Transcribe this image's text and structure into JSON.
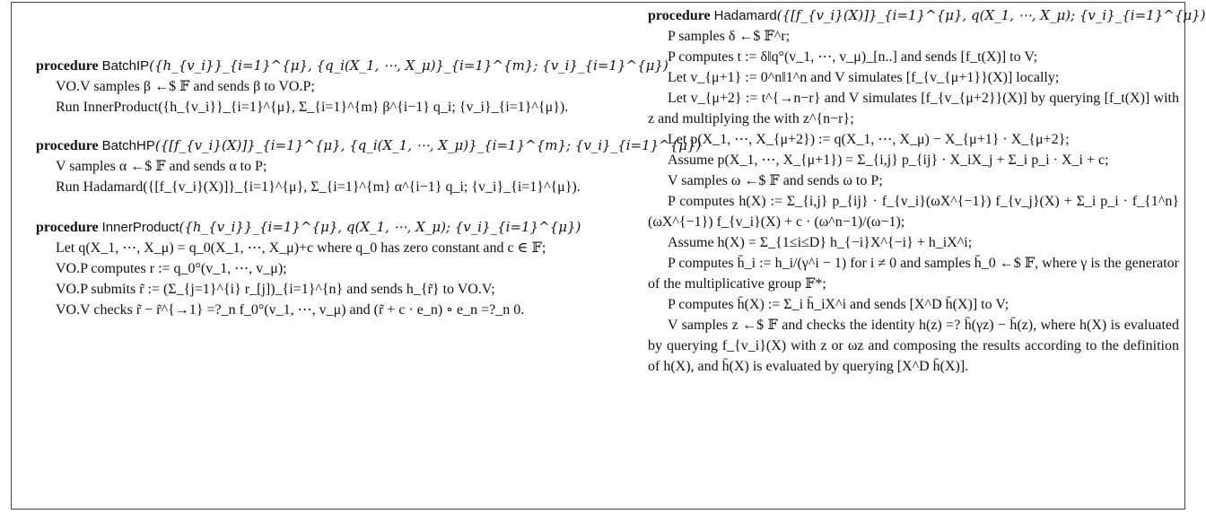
{
  "keyword": "procedure",
  "procedures": {
    "batchip": {
      "name": "BatchIP",
      "args": "({h_{v_i}}_{i=1}^{μ}, {q_i(X_1, ⋯, X_μ)}_{i=1}^{m}; {v_i}_{i=1}^{μ})",
      "lines": [
        "VO.V samples β ←$ 𝔽 and sends β to VO.P;",
        "Run InnerProduct({h_{v_i}}_{i=1}^{μ}, Σ_{i=1}^{m} β^{i−1} q_i; {v_i}_{i=1}^{μ})."
      ]
    },
    "batchhp": {
      "name": "BatchHP",
      "args": "({[f_{v_i}(X)]}_{i=1}^{μ}, {q_i(X_1, ⋯, X_μ)}_{i=1}^{m}; {v_i}_{i=1}^{μ})",
      "lines": [
        "V samples α ←$ 𝔽 and sends α to P;",
        "Run Hadamard({[f_{v_i}(X)]}_{i=1}^{μ}, Σ_{i=1}^{m} α^{i−1} q_i; {v_i}_{i=1}^{μ})."
      ]
    },
    "innerproduct": {
      "name": "InnerProduct",
      "args": "({h_{v_i}}_{i=1}^{μ}, q(X_1, ⋯, X_μ); {v_i}_{i=1}^{μ})",
      "lines": [
        "Let q(X_1, ⋯, X_μ) = q_0(X_1, ⋯, X_μ)+c where q_0 has zero constant and c ∈ 𝔽;",
        "VO.P computes r := q_0°(v_1, ⋯, v_μ);",
        "VO.P submits r̃ := (Σ_{j=1}^{i} r_[j])_{i=1}^{n} and sends h_{r̃} to VO.V;",
        "VO.V checks r̃ − r̃^{→1} =?_n f_0°(v_1, ⋯, v_μ) and (r̃ + c · e_n) ∘ e_n =?_n 0."
      ]
    },
    "hadamard": {
      "name": "Hadamard",
      "args": "({[f_{v_i}(X)]}_{i=1}^{μ}, q(X_1, ⋯, X_μ); {v_i}_{i=1}^{μ})",
      "lines": [
        "P samples δ ←$ 𝔽^r;",
        "P computes t := δ‖q°(v_1, ⋯, v_μ)_[n..] and sends [f_t(X)] to V;",
        "Let v_{μ+1} := 0^n‖1^n and V simulates [f_{v_{μ+1}}(X)] locally;",
        "Let v_{μ+2} := t^{→n−r} and V simulates [f_{v_{μ+2}}(X)] by querying [f_t(X)] with z and multiplying the with z^{n−r};",
        "Let p(X_1, ⋯, X_{μ+2}) := q(X_1, ⋯, X_μ) − X_{μ+1} · X_{μ+2};",
        "Assume p(X_1, ⋯, X_{μ+1}) = Σ_{i,j} p_{ij} · X_iX_j + Σ_i p_i · X_i + c;",
        "V samples ω ←$ 𝔽 and sends ω to P;",
        "P computes h(X) := Σ_{i,j} p_{ij} · f_{v_i}(ωX^{−1}) f_{v_j}(X) + Σ_i p_i · f_{1^n}(ωX^{−1}) f_{v_i}(X) + c · (ω^n−1)/(ω−1);",
        "Assume h(X) = Σ_{1≤i≤D} h_{−i}X^{−i} + h_iX^i;",
        "P computes h̄_i := h_i/(γ^i − 1) for i ≠ 0 and samples h̄_0 ←$ 𝔽, where γ is the generator of the multiplicative group 𝔽*;",
        "P computes h̄(X) := Σ_i h̄_iX^i and sends [X^D h̄(X)] to V;",
        "V samples z ←$ 𝔽 and checks the identity h(z) =? h̄(γz) − h̄(z), where h(X) is evaluated by querying f_{v_i}(X) with z or ωz and composing the results according to the definition of h(X), and h̄(X) is evaluated by querying [X^D h̄(X)]."
      ]
    }
  }
}
